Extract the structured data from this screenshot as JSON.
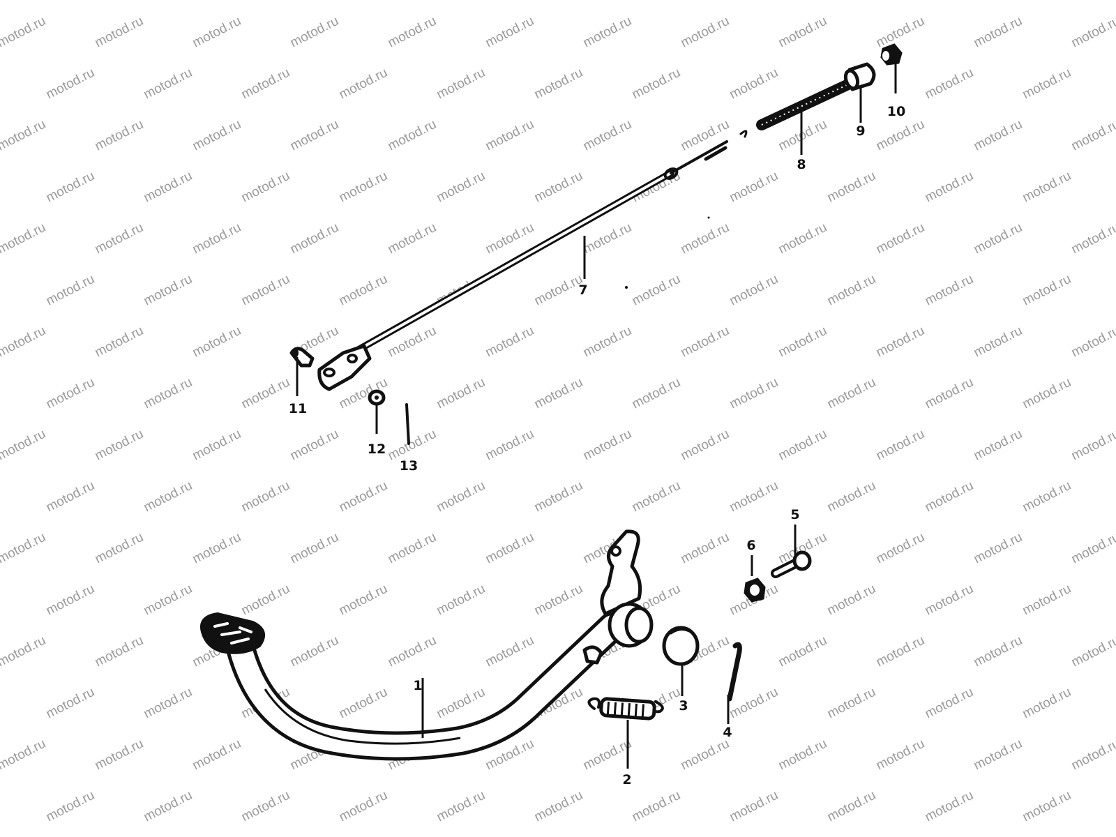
{
  "watermark": "motod.ru",
  "parts": [
    {
      "id": "part-1",
      "label": "1"
    },
    {
      "id": "part-2",
      "label": "2"
    },
    {
      "id": "part-3",
      "label": "3"
    },
    {
      "id": "part-4",
      "label": "4"
    },
    {
      "id": "part-5",
      "label": "5"
    },
    {
      "id": "part-6",
      "label": "6"
    },
    {
      "id": "part-7",
      "label": "7"
    },
    {
      "id": "part-8",
      "label": "8"
    },
    {
      "id": "part-9",
      "label": "9"
    },
    {
      "id": "part-10",
      "label": "10"
    },
    {
      "id": "part-11",
      "label": "11"
    },
    {
      "id": "part-12",
      "label": "12"
    },
    {
      "id": "part-13",
      "label": "13"
    }
  ],
  "colors": {
    "ink": "#111111",
    "watermark": "#9a9a9a",
    "background": "#ffffff"
  }
}
